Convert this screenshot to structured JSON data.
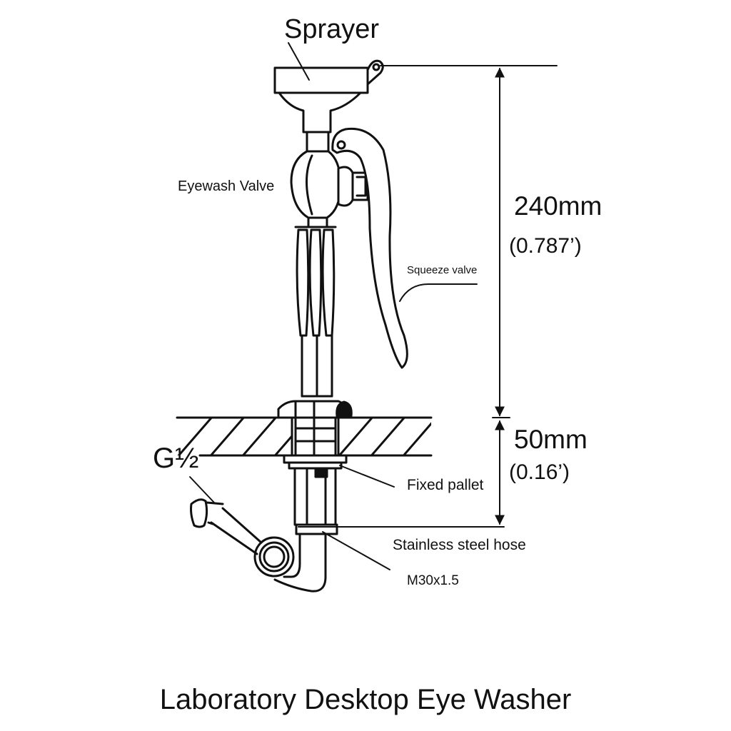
{
  "labels": {
    "sprayer": "Sprayer",
    "eyewash_valve": "Eyewash Valve",
    "squeeze_valve": "Squeeze valve",
    "fixed_pallet": "Fixed pallet",
    "stainless_hose": "Stainless steel hose",
    "thread_size": "M30x1.5",
    "inlet_thread": "G½"
  },
  "dimensions": {
    "upper_height": "240mm",
    "upper_height_inch": "(0.787’)",
    "lower_height": "50mm",
    "lower_height_inch": "(0.16’)"
  },
  "title": "Laboratory Desktop Eye Washer",
  "colors": {
    "line": "#111111",
    "background": "#ffffff"
  }
}
